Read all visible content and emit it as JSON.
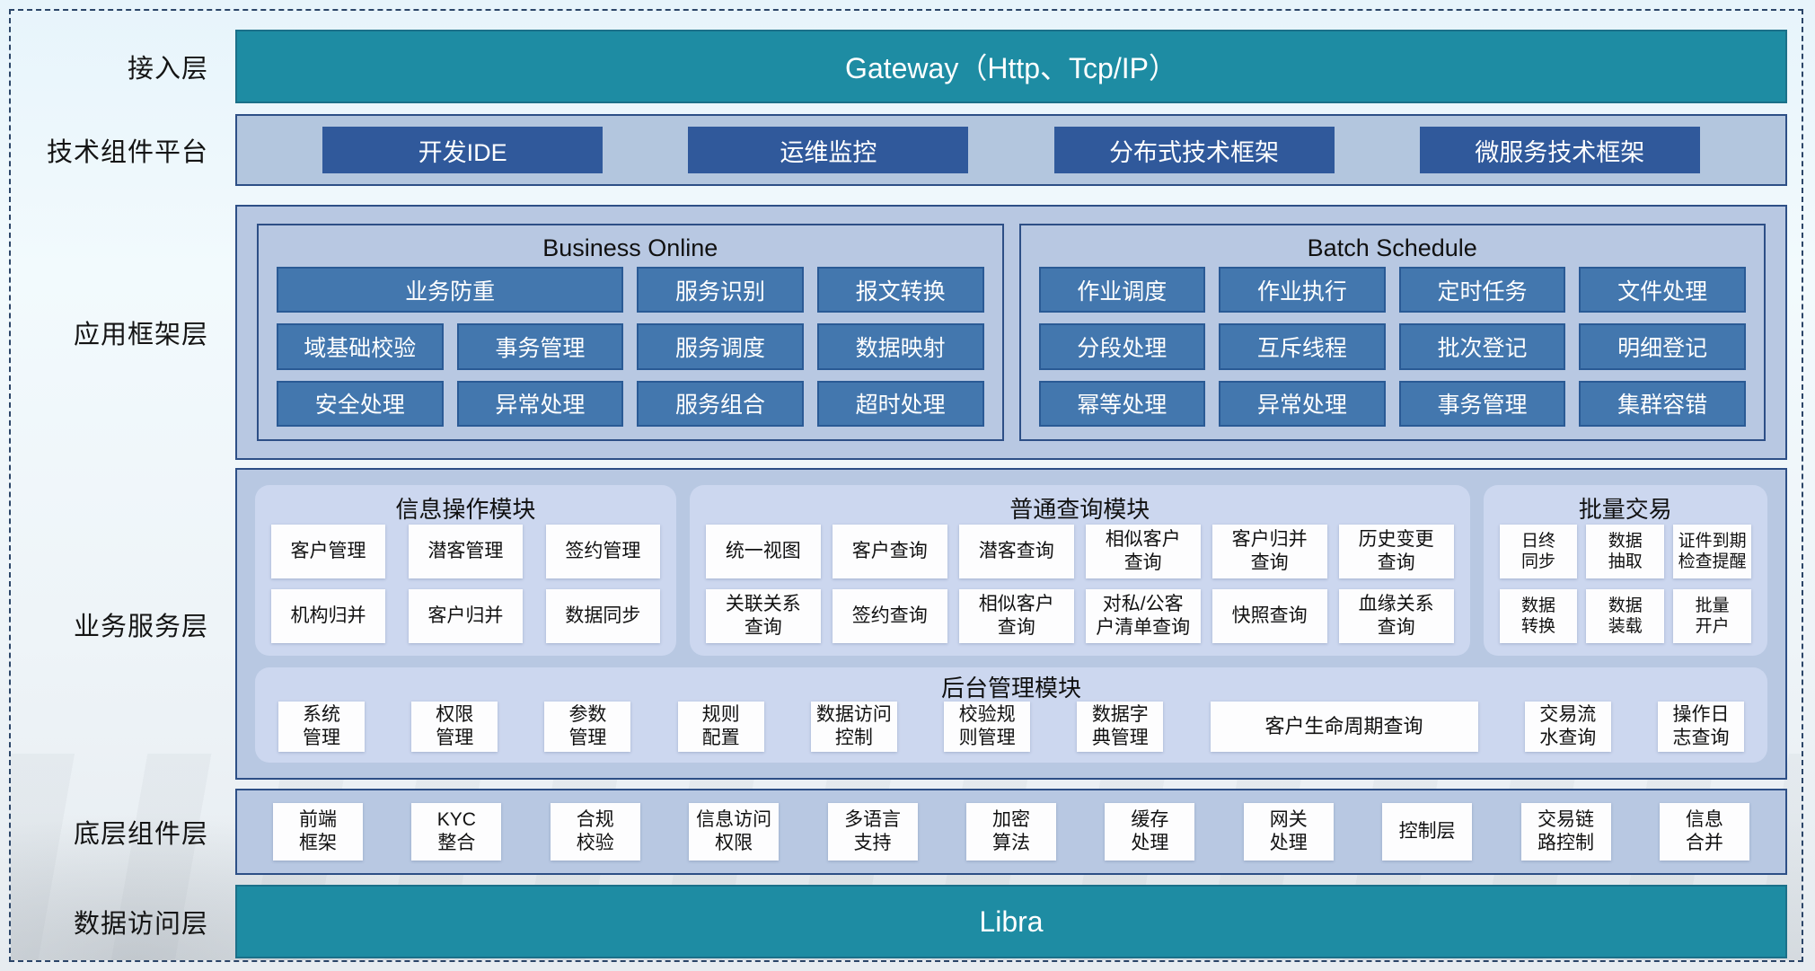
{
  "colors": {
    "teal": "#1e8ca3",
    "dark_button": "#30599b",
    "mid_button": "#4377ae",
    "band_bg": "#b3c6de",
    "container_bg": "#b8c8e2",
    "submodule_bg": "#ccd7ef",
    "border_dark": "#2d4f86",
    "white_box": "#fdfdfe"
  },
  "layers": {
    "access": {
      "label": "接入层",
      "gateway_label": "Gateway（Http、Tcp/IP）"
    },
    "tech_platform": {
      "label": "技术组件平台",
      "items": [
        "开发IDE",
        "运维监控",
        "分布式技术框架",
        "微服务技术框架"
      ]
    },
    "app_framework": {
      "label": "应用框架层",
      "business_online": {
        "title": "Business Online",
        "items": [
          "业务防重",
          "服务识别",
          "报文转换",
          "域基础校验",
          "事务管理",
          "服务调度",
          "数据映射",
          "安全处理",
          "异常处理",
          "服务组合",
          "超时处理"
        ]
      },
      "batch_schedule": {
        "title": "Batch Schedule",
        "items": [
          "作业调度",
          "作业执行",
          "定时任务",
          "文件处理",
          "分段处理",
          "互斥线程",
          "批次登记",
          "明细登记",
          "幂等处理",
          "异常处理",
          "事务管理",
          "集群容错"
        ]
      }
    },
    "business_service": {
      "label": "业务服务层",
      "info_ops": {
        "title": "信息操作模块",
        "items": [
          "客户管理",
          "潜客管理",
          "签约管理",
          "机构归并",
          "客户归并",
          "数据同步"
        ]
      },
      "general_query": {
        "title": "普通查询模块",
        "items": [
          "统一视图",
          "客户查询",
          "潜客查询",
          "相似客户\n查询",
          "客户归并\n查询",
          "历史变更\n查询",
          "关联关系\n查询",
          "签约查询",
          "相似客户\n查询",
          "对私/公客\n户清单查询",
          "快照查询",
          "血缘关系\n查询"
        ]
      },
      "batch_trade": {
        "title": "批量交易",
        "items": [
          "日终\n同步",
          "数据\n抽取",
          "证件到期\n检查提醒",
          "数据\n转换",
          "数据\n装载",
          "批量\n开户"
        ]
      },
      "admin": {
        "title": "后台管理模块",
        "items": [
          "系统\n管理",
          "权限\n管理",
          "参数\n管理",
          "规则\n配置",
          "数据访问\n控制",
          "校验规\n则管理",
          "数据字\n典管理",
          "客户生命周期查询",
          "交易流\n水查询",
          "操作日\n志查询"
        ]
      }
    },
    "base_components": {
      "label": "底层组件层",
      "items": [
        "前端\n框架",
        "KYC\n整合",
        "合规\n校验",
        "信息访问\n权限",
        "多语言\n支持",
        "加密\n算法",
        "缓存\n处理",
        "网关\n处理",
        "控制层",
        "交易链\n路控制",
        "信息\n合并"
      ]
    },
    "data_access": {
      "label": "数据访问层",
      "libra_label": "Libra"
    }
  }
}
